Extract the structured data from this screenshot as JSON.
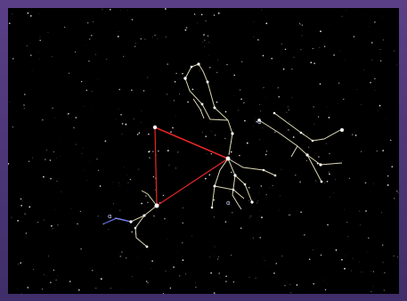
{
  "image": {
    "subject": "star-chart",
    "frame_color": "#4f3a78",
    "sky_color": "#000000",
    "line_colors": {
      "constellation": "#f5f0c8",
      "triangle": "#ff2a2a",
      "faint_blue": "#6b7cff"
    },
    "labels": {
      "cygnus_letter": "α",
      "aquila_letter": "α",
      "vega_letter": "α"
    }
  }
}
